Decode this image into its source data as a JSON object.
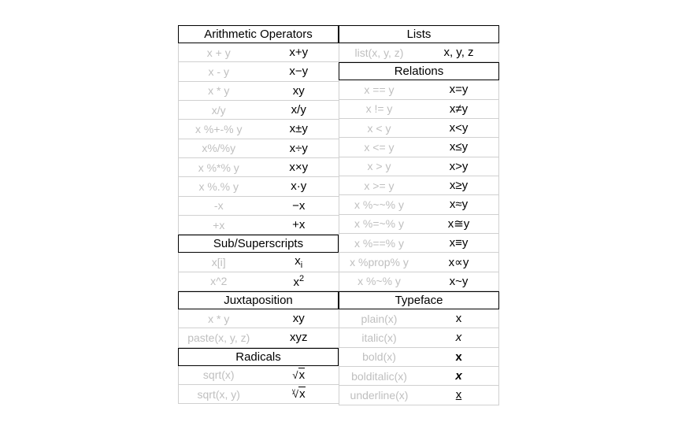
{
  "arithmetic": {
    "header": "Arithmetic Operators",
    "rows": [
      {
        "code": "x + y",
        "out": "x+y"
      },
      {
        "code": "x - y",
        "out": "x−y"
      },
      {
        "code": "x * y",
        "out": "xy"
      },
      {
        "code": "x/y",
        "out": "x/y"
      },
      {
        "code": "x %+-% y",
        "out": "x±y"
      },
      {
        "code": "x%/%y",
        "out": "x÷y"
      },
      {
        "code": "x %*% y",
        "out": "x×y"
      },
      {
        "code": "x %.% y",
        "out": "x·y"
      },
      {
        "code": "-x",
        "out": "−x"
      },
      {
        "code": "+x",
        "out": "+x"
      }
    ]
  },
  "subsup": {
    "header": "Sub/Superscripts",
    "rows": [
      {
        "code": "x[i]",
        "base": "x",
        "script": "i"
      },
      {
        "code": "x^2",
        "base": "x",
        "script": "2"
      }
    ]
  },
  "juxtaposition": {
    "header": "Juxtaposition",
    "rows": [
      {
        "code": "x * y",
        "out": "xy"
      },
      {
        "code": "paste(x, y, z)",
        "out": "xyz"
      }
    ]
  },
  "radicals": {
    "header": "Radicals",
    "rows": [
      {
        "code": "sqrt(x)",
        "radical": "√",
        "index": "",
        "radicand": "x"
      },
      {
        "code": "sqrt(x, y)",
        "radical": "√",
        "index": "y",
        "radicand": "x"
      }
    ]
  },
  "lists": {
    "header": "Lists",
    "rows": [
      {
        "code": "list(x, y, z)",
        "out": "x, y, z"
      }
    ]
  },
  "relations": {
    "header": "Relations",
    "rows": [
      {
        "code": "x == y",
        "out": "x=y"
      },
      {
        "code": "x != y",
        "out": "x≠y"
      },
      {
        "code": "x < y",
        "out": "x<y"
      },
      {
        "code": "x <= y",
        "out": "x≤y"
      },
      {
        "code": "x > y",
        "out": "x>y"
      },
      {
        "code": "x >= y",
        "out": "x≥y"
      },
      {
        "code": "x %~~% y",
        "out": "x≈y"
      },
      {
        "code": "x %=~% y",
        "out": "x≅y"
      },
      {
        "code": "x %==% y",
        "out": "x≡y"
      },
      {
        "code": "x %prop% y",
        "out": "x∝y"
      },
      {
        "code": "x %~% y",
        "out": "x~y"
      }
    ]
  },
  "typeface": {
    "header": "Typeface",
    "rows": [
      {
        "code": "plain(x)",
        "out": "x"
      },
      {
        "code": "italic(x)",
        "out": "x"
      },
      {
        "code": "bold(x)",
        "out": "x"
      },
      {
        "code": "bolditalic(x)",
        "out": "x"
      },
      {
        "code": "underline(x)",
        "out": "x"
      }
    ]
  }
}
